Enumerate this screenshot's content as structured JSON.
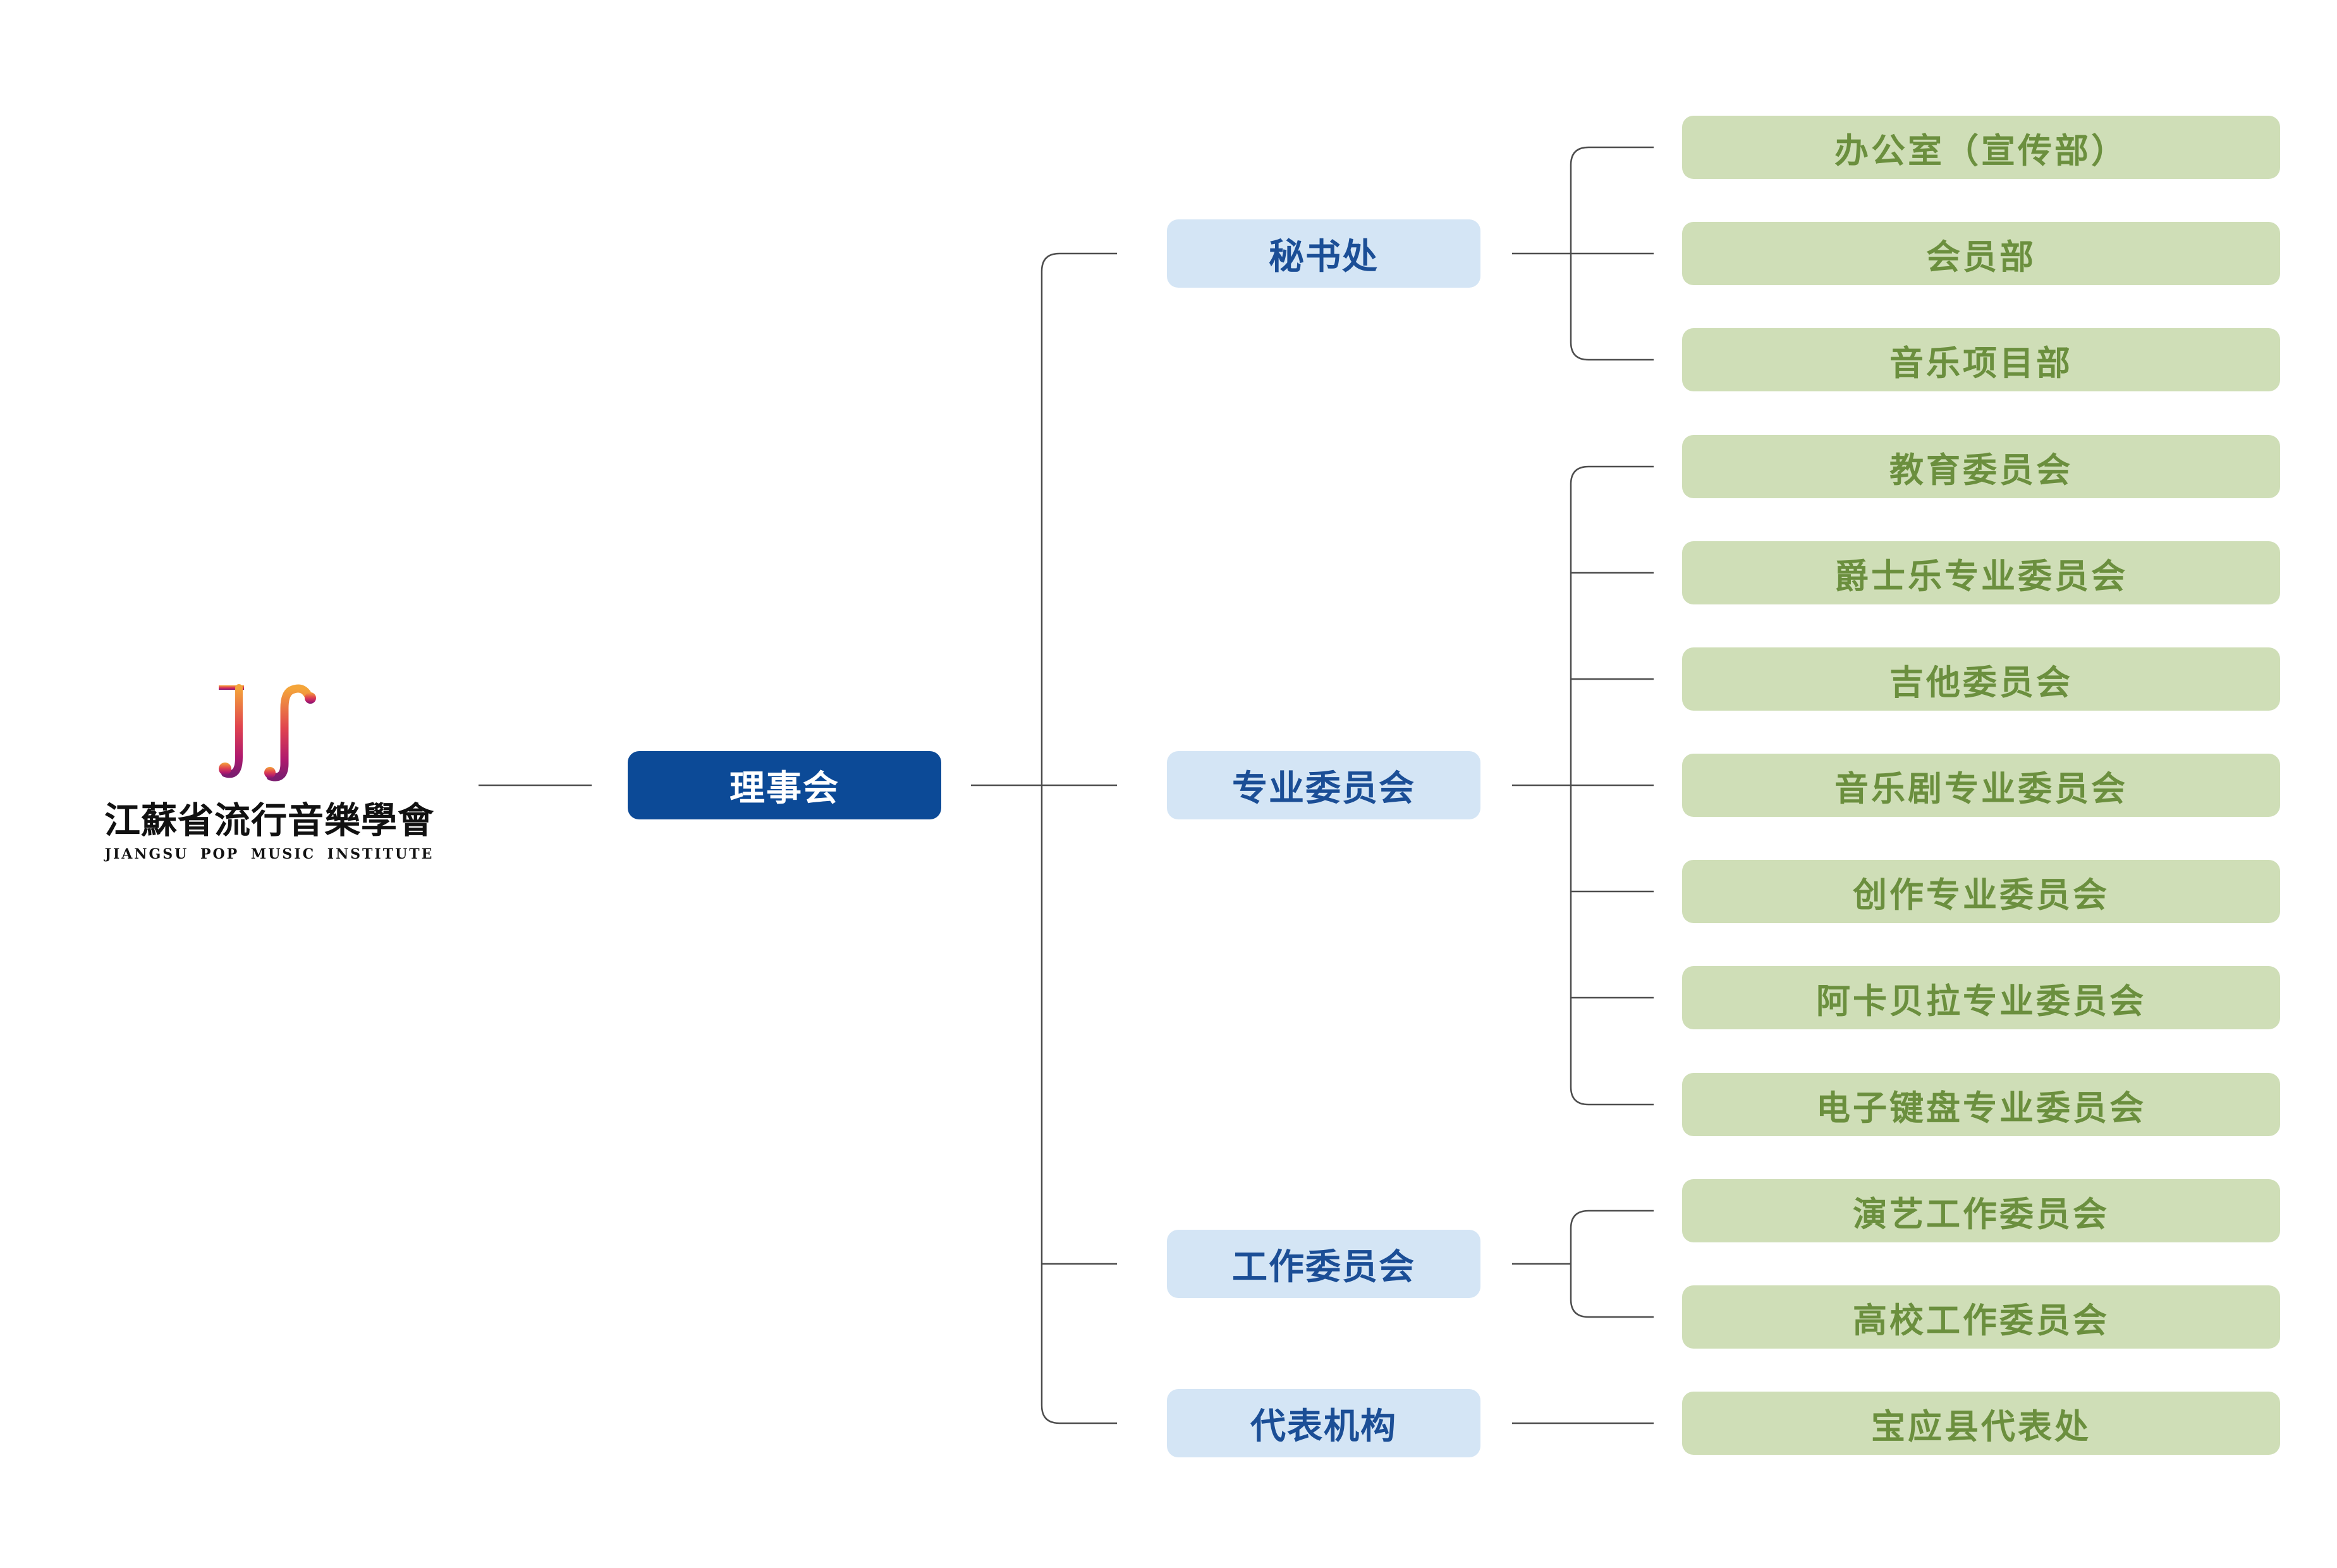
{
  "logo": {
    "name_cn": "江蘇省流行音樂學會",
    "name_en": "JIANGSU POP MUSIC INSTITUTE"
  },
  "board": {
    "label": "理事会"
  },
  "departments": [
    {
      "label": "秘书处",
      "units": [
        {
          "label": "办公室（宣传部）"
        },
        {
          "label": "会员部"
        },
        {
          "label": "音乐项目部"
        }
      ]
    },
    {
      "label": "专业委员会",
      "units": [
        {
          "label": "教育委员会"
        },
        {
          "label": "爵士乐专业委员会"
        },
        {
          "label": "吉他委员会"
        },
        {
          "label": "音乐剧专业委员会"
        },
        {
          "label": "创作专业委员会"
        },
        {
          "label": "阿卡贝拉专业委员会"
        },
        {
          "label": "电子键盘专业委员会"
        }
      ]
    },
    {
      "label": "工作委员会",
      "units": [
        {
          "label": "演艺工作委员会"
        },
        {
          "label": "高校工作委员会"
        }
      ]
    },
    {
      "label": "代表机构",
      "units": [
        {
          "label": "宝应县代表处"
        }
      ]
    }
  ],
  "colors": {
    "board_bg": "#0c4a97",
    "board_text": "#ffffff",
    "dept_bg": "#d4e5f5",
    "dept_text": "#1b4e96",
    "unit_bg": "#cfdeb7",
    "unit_text": "#6b8f3e",
    "line": "#4d4d4d",
    "logo_text": "#111111"
  }
}
